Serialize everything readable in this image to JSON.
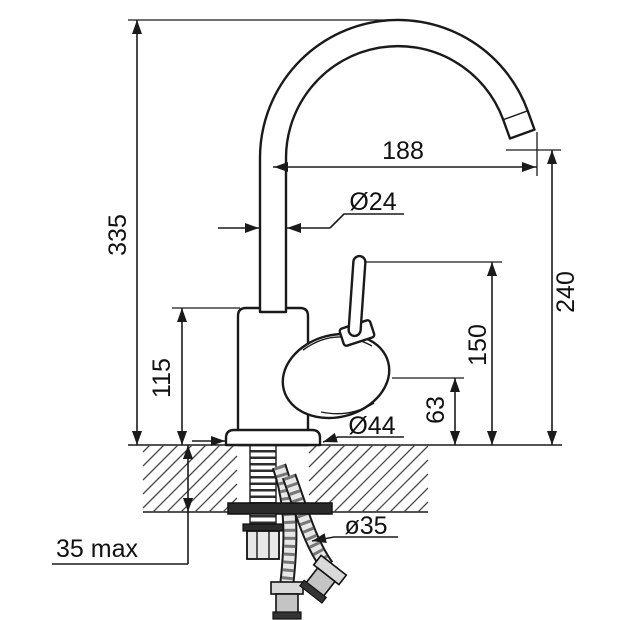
{
  "style": {
    "line_color": "#1a1a1a",
    "background": "#ffffff"
  },
  "dimensions": {
    "total_height": "335",
    "spout_reach": "188",
    "spout_tube_diameter": "Ø24",
    "spout_outlet_height": "240",
    "body_height": "115",
    "lever_height": "150",
    "cartridge_height": "63",
    "base_diameter": "Ø44",
    "mounting_hole_diameter": "ø35",
    "max_deck_thickness": "35 max"
  }
}
